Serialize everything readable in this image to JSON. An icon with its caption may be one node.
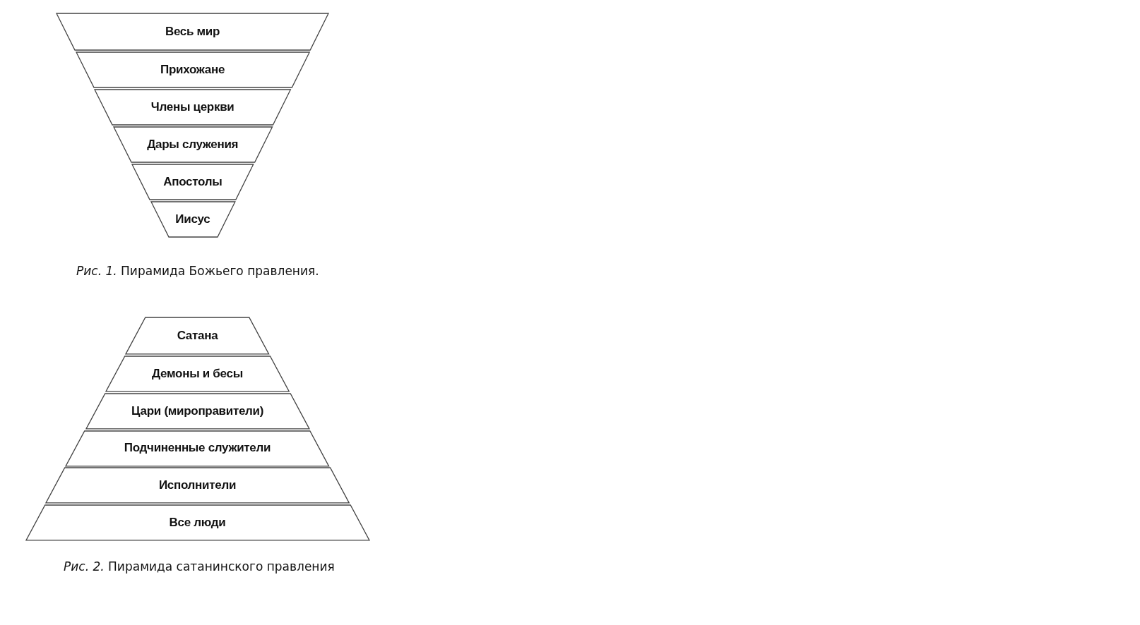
{
  "diagram": {
    "nodes": [
      {
        "text": [
          "Весь мир"
        ]
      },
      {
        "text": [
          "Прихожане"
        ]
      },
      {
        "text": [
          "Члены церкви"
        ]
      },
      {
        "text": [
          "Дары служения"
        ]
      },
      {
        "text": [
          "Апостолы"
        ]
      },
      {
        "text": [
          "Иисус"
        ]
      },
      {
        "text": [
          "Сатана"
        ]
      },
      {
        "text": [
          "Демоны и бесы"
        ]
      },
      {
        "text": [
          "Цари (мироправители)"
        ]
      },
      {
        "text": [
          "Подчиненные служители"
        ]
      },
      {
        "text": [
          "Исполнители"
        ]
      },
      {
        "text": [
          "Все люди"
        ]
      }
    ],
    "labels": [
      "*Рис. 1.* Пирамида Божьего правления.",
      "*Рис. 2.* Пирамида сатанинского правления"
    ]
  }
}
